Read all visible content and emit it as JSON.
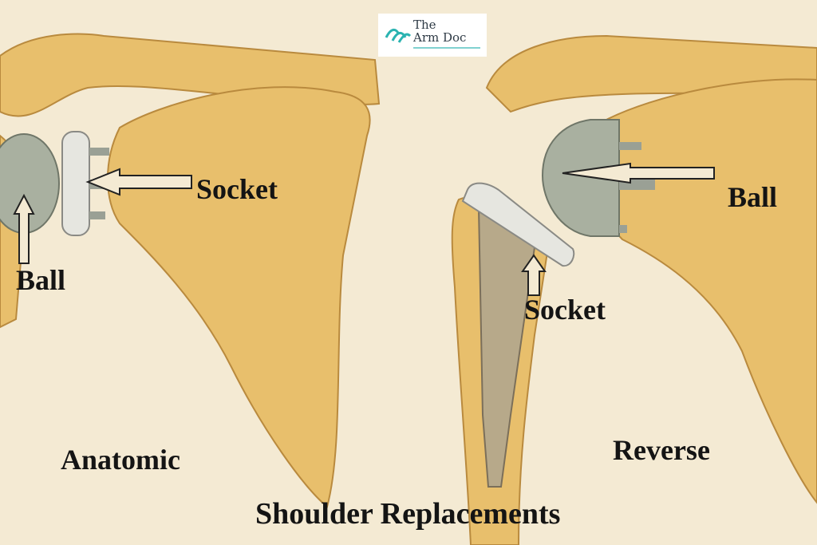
{
  "logo": {
    "brand": "The Arm Doc",
    "line1": "The",
    "line2": "Arm Doc"
  },
  "labels": {
    "anatomic_socket": "Socket",
    "anatomic_ball": "Ball",
    "anatomic": "Anatomic",
    "reverse_ball": "Ball",
    "reverse_socket": "Socket",
    "reverse": "Reverse",
    "title": "Shoulder Replacements"
  },
  "colors": {
    "bone": "#e8bf6c",
    "bone_outline": "#b98a3e",
    "background": "#f4ead3",
    "metal": "#a9b0a0",
    "poly": "#e6e6e0",
    "accent": "#2bb3b1"
  }
}
